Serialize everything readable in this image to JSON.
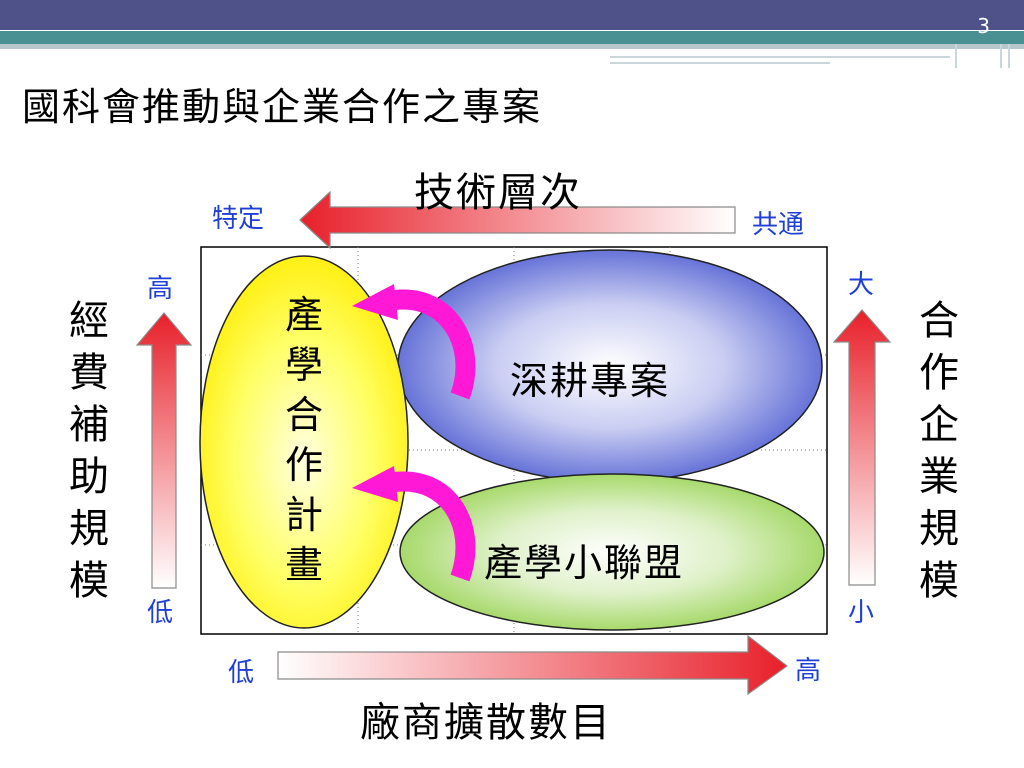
{
  "slide": {
    "page_number": "3",
    "title": "國科會推動與企業合作之專案"
  },
  "axes": {
    "top": {
      "title": "技術層次",
      "left_end": "特定",
      "right_end": "共通"
    },
    "bottom": {
      "title": "廠商擴散數目",
      "left_end": "低",
      "right_end": "高"
    },
    "left": {
      "title": "經費補助規模",
      "top_end": "高",
      "bottom_end": "低"
    },
    "right": {
      "title": "合作企業規模",
      "top_end": "大",
      "bottom_end": "小"
    }
  },
  "nodes": {
    "industry_academia_project": "產學合作計畫",
    "deep_cultivation_project": "深耕專案",
    "industry_academia_alliance": "產學小聯盟"
  },
  "colors": {
    "arrow_red": "#e8202a",
    "loop_arrow": "#ff19d6",
    "label_blue": "#1f3fd6",
    "ellipse_yellow": "#ffff33",
    "ellipse_blue": "#3c4ccc",
    "ellipse_green": "#8fcf43"
  }
}
